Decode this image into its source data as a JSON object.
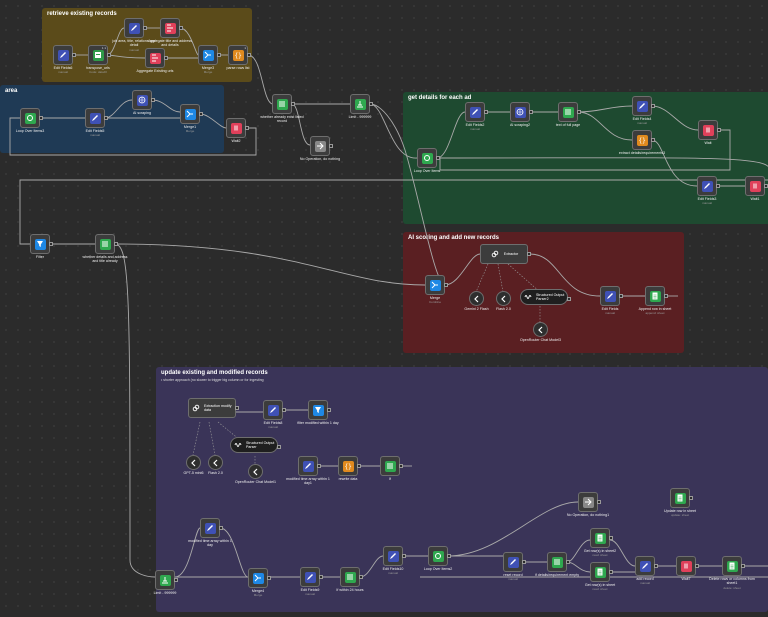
{
  "groups": {
    "retrieve": {
      "title": "retrieve existing records",
      "color": "#5b4b1a"
    },
    "area": {
      "title": "area",
      "color": "#1f3a55"
    },
    "details": {
      "title": "get details for each ad",
      "color": "#1e4a30"
    },
    "ai": {
      "title": "AI scoring and add new records",
      "color": "#5a1f22"
    },
    "update": {
      "title": "update existing and modified records",
      "note": "• shorter approach (no slower to trigger big column or for ingesting",
      "color": "#3a3458"
    }
  },
  "nodes": [
    {
      "id": "edit_fields6",
      "label": "Edit Fields6",
      "sub": "manual",
      "icon": "pencil-icon"
    },
    {
      "id": "transpose",
      "label": "transpose_urls",
      "sub": "Code: dataIO",
      "icon": "code-icon"
    },
    {
      "id": "job_area",
      "label": "job area, title, relations and detail",
      "sub": "manual",
      "icon": "pencil-icon"
    },
    {
      "id": "aggregate_title",
      "label": "Aggregate title and address and details",
      "sub": "",
      "icon": "aggregate-icon"
    },
    {
      "id": "aggregate_existing",
      "label": "Aggregate Existing urls",
      "sub": "",
      "icon": "aggregate-icon"
    },
    {
      "id": "merge3",
      "label": "Merge3",
      "sub": "Merge",
      "icon": "merge-icon"
    },
    {
      "id": "parse_json",
      "label": "parse rows list",
      "sub": "",
      "icon": "json-icon"
    },
    {
      "id": "loop_over_items3",
      "label": "Loop Over Items3",
      "sub": "",
      "icon": "loop-icon"
    },
    {
      "id": "edit_fields5",
      "label": "Edit Fields5",
      "sub": "manual",
      "icon": "pencil-icon"
    },
    {
      "id": "ai_scraping",
      "label": "AI scraping",
      "sub": "",
      "icon": "globe-icon"
    },
    {
      "id": "merge1",
      "label": "Merge1",
      "sub": "Merge",
      "icon": "merge-icon"
    },
    {
      "id": "wait2",
      "label": "Wait2",
      "sub": "",
      "icon": "stop-icon"
    },
    {
      "id": "whether_exists",
      "label": "whether already exist listed record",
      "sub": "",
      "icon": "filter-icon"
    },
    {
      "id": "no_operation",
      "label": "No Operation, do nothing",
      "sub": "",
      "icon": "arrow-icon"
    },
    {
      "id": "limit_top",
      "label": "Limit - 999999",
      "sub": "",
      "icon": "limit-icon"
    },
    {
      "id": "loop_over_items",
      "label": "Loop Over Items",
      "sub": "",
      "icon": "loop-icon"
    },
    {
      "id": "edit_fields2",
      "label": "Edit Fields2",
      "sub": "manual",
      "icon": "pencil-icon"
    },
    {
      "id": "ai_scraping2",
      "label": "AI scraping2",
      "sub": "",
      "icon": "globe-icon"
    },
    {
      "id": "text_html",
      "label": "text of full page",
      "sub": "",
      "icon": "filter-icon"
    },
    {
      "id": "edit_fields4",
      "label": "Edit Fields4",
      "sub": "manual",
      "icon": "pencil-icon"
    },
    {
      "id": "sub_extract",
      "label": "extract details/requirements3",
      "sub": "",
      "icon": "json-icon"
    },
    {
      "id": "wait",
      "label": "Wait",
      "sub": "",
      "icon": "stop-icon"
    },
    {
      "id": "edit_fields3",
      "label": "Edit Fields3",
      "sub": "manual",
      "icon": "pencil-icon"
    },
    {
      "id": "wait1",
      "label": "Wait1",
      "sub": "",
      "icon": "stop-icon"
    },
    {
      "id": "filter",
      "label": "Filter",
      "sub": "",
      "icon": "funnel-icon"
    },
    {
      "id": "whether_details",
      "label": "whether details and address and title already",
      "sub": "",
      "icon": "filter-icon"
    },
    {
      "id": "merge",
      "label": "Merge",
      "sub": "Combine",
      "icon": "merge-icon"
    },
    {
      "id": "extractor",
      "label": "Extractor",
      "sub": "",
      "icon": "chain-icon"
    },
    {
      "id": "gemini_flash",
      "label": "Gemini 2 Flash",
      "sub": "",
      "icon": "model-icon"
    },
    {
      "id": "flash_model",
      "label": "Flash 2.0",
      "sub": "",
      "icon": "model-icon"
    },
    {
      "id": "structured_parser",
      "label": "Structured Output Parser2",
      "sub": "",
      "icon": "parser-icon"
    },
    {
      "id": "openrouter",
      "label": "OpenRouter Chat Model3",
      "sub": "",
      "icon": "model-icon"
    },
    {
      "id": "edit_fields",
      "label": "Edit Fields",
      "sub": "manual",
      "icon": "pencil-icon"
    },
    {
      "id": "append_sheet",
      "label": "Append row in sheet",
      "sub": "append: sheet",
      "icon": "sheet-icon"
    },
    {
      "id": "extraction_modify",
      "label": "Extraction modify data",
      "sub": "",
      "icon": "chain-icon"
    },
    {
      "id": "edit_fields8",
      "label": "Edit Fields8",
      "sub": "manual",
      "icon": "pencil-icon"
    },
    {
      "id": "filter_modified",
      "label": "filter modified within 1 day",
      "sub": "",
      "icon": "funnel-icon"
    },
    {
      "id": "gpt_model",
      "label": "GPT-5 mini6",
      "sub": "",
      "icon": "model-icon"
    },
    {
      "id": "flash_model2",
      "label": "Flash 2.0",
      "sub": "",
      "icon": "model-icon"
    },
    {
      "id": "structured_parser2",
      "label": "Structured Output Parser",
      "sub": "",
      "icon": "parser-icon"
    },
    {
      "id": "openrouter2",
      "label": "OpenRouter Chat Model1",
      "sub": "",
      "icon": "model-icon"
    },
    {
      "id": "modified_time",
      "label": "modified time array within 1 day1",
      "sub": "",
      "icon": "pencil-icon"
    },
    {
      "id": "rewrite_data",
      "label": "rewrite data",
      "sub": "",
      "icon": "json-icon"
    },
    {
      "id": "if_node",
      "label": "If",
      "sub": "",
      "icon": "if-icon"
    },
    {
      "id": "no_operation2",
      "label": "No Operation, do nothing1",
      "sub": "",
      "icon": "arrow-icon"
    },
    {
      "id": "update_sheet",
      "label": "Update row in sheet",
      "sub": "update: sheet",
      "icon": "sheet-icon"
    },
    {
      "id": "limit_bottom",
      "label": "Limit - 999999",
      "sub": "",
      "icon": "limit-icon"
    },
    {
      "id": "modified_time2",
      "label": "modified time array within 1 day",
      "sub": "",
      "icon": "pencil-icon"
    },
    {
      "id": "merge4",
      "label": "Merge4",
      "sub": "Merge",
      "icon": "merge-icon"
    },
    {
      "id": "edit_fields9",
      "label": "Edit Fields9",
      "sub": "manual",
      "icon": "pencil-icon"
    },
    {
      "id": "if_within",
      "label": "If within 24 hours",
      "sub": "",
      "icon": "if-icon"
    },
    {
      "id": "edit_fields10",
      "label": "Edit Fields10",
      "sub": "manual",
      "icon": "pencil-icon"
    },
    {
      "id": "loop_over_items2",
      "label": "Loop Over Items2",
      "sub": "",
      "icon": "loop-icon"
    },
    {
      "id": "reset_record",
      "label": "reset record",
      "sub": "manual",
      "icon": "pencil-icon"
    },
    {
      "id": "if_detail_empty",
      "label": "if details/requirement empty",
      "sub": "",
      "icon": "if-icon"
    },
    {
      "id": "get_rows2",
      "label": "Get row(s) in sheet2",
      "sub": "read: sheet",
      "icon": "sheet-icon"
    },
    {
      "id": "get_rows",
      "label": "Get row(s) in sheet",
      "sub": "read: sheet",
      "icon": "sheet-icon"
    },
    {
      "id": "add_record",
      "label": "add record",
      "sub": "manual",
      "icon": "pencil-icon"
    },
    {
      "id": "wait7",
      "label": "Wait7",
      "sub": "",
      "icon": "stop-icon"
    },
    {
      "id": "delete_rows",
      "label": "Delete rows or columns from sheet1",
      "sub": "delete: sheet",
      "icon": "sheet-icon"
    }
  ],
  "badges": {
    "transpose": "1 1",
    "parse_json": "1"
  },
  "colors": {
    "pencil": "#3f51b5",
    "code": "#2f9b4a",
    "aggregate": "#e0405a",
    "merge": "#1e88e5",
    "json": "#e08a1e",
    "loop": "#2fa84f",
    "globe": "#3f51b5",
    "stop": "#e0405a",
    "filter": "#2fa84f",
    "arrow": "#888888",
    "limit": "#2fa84f",
    "funnel": "#1e88e5",
    "chain": "#444444",
    "model": "#2b2b2b",
    "parser": "#2b2b2b",
    "sheet": "#2fa84f",
    "if": "#2fa84f"
  }
}
